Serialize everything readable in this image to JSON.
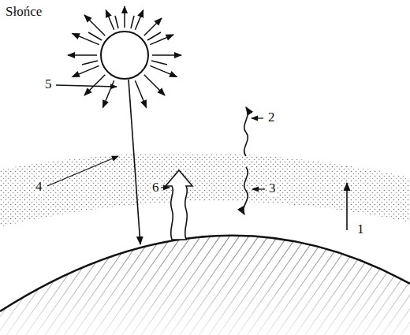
{
  "diagram": {
    "labels": [
      "Słońce",
      "5",
      "4",
      "6",
      "2",
      "3",
      "1"
    ]
  }
}
